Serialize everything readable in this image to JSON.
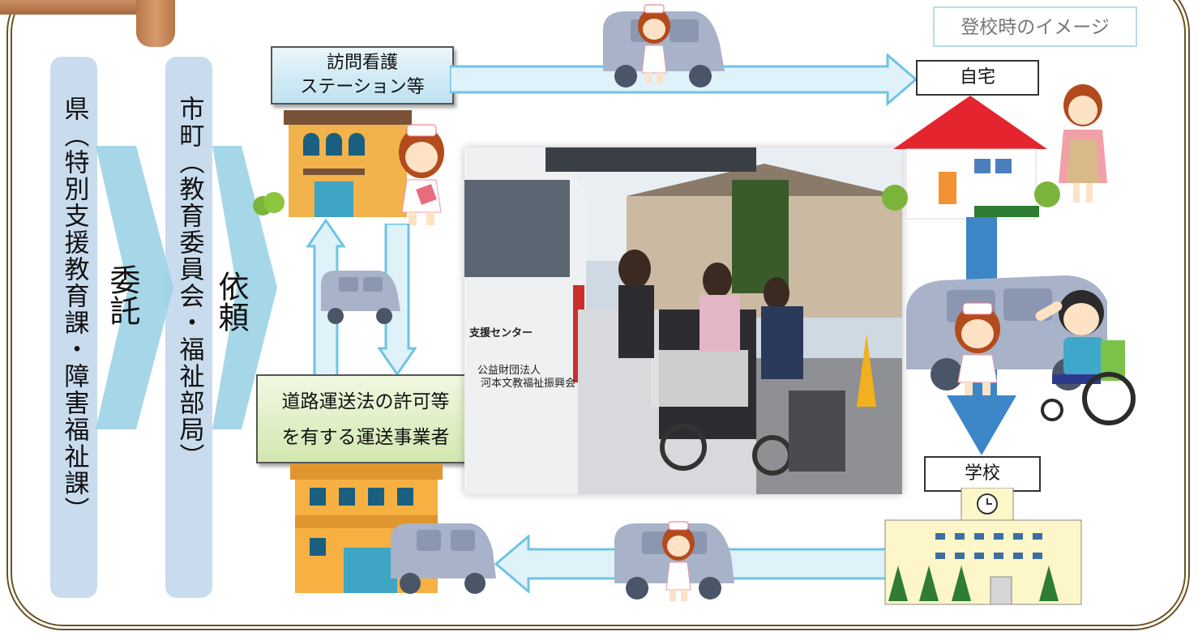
{
  "title_note": "登校時のイメージ",
  "columns": {
    "prefecture": "県（特別支援教育課・障害福祉課）",
    "municipality": "市町（教育委員会・福祉部局）"
  },
  "arrows": {
    "entrust": "委託",
    "request": "依頼"
  },
  "boxes": {
    "nursing_station_line1": "訪問看護",
    "nursing_station_line2": "ステーション等",
    "transport_line1": "道路運送法の許可等",
    "transport_line2": "を有する運送事業者",
    "home": "自宅",
    "school": "学校"
  },
  "photo": {
    "van_text_1": "支援センター",
    "van_text_2": "公益財団法人",
    "van_text_3": "河本文教福祉振興会"
  },
  "colors": {
    "frame": "#6b5220",
    "column_fill": "#c9dcee",
    "arrow_blue": "#7fc8e6",
    "arrow_dark_blue": "#3d86c8",
    "van_grey": "#a8b3c9"
  }
}
